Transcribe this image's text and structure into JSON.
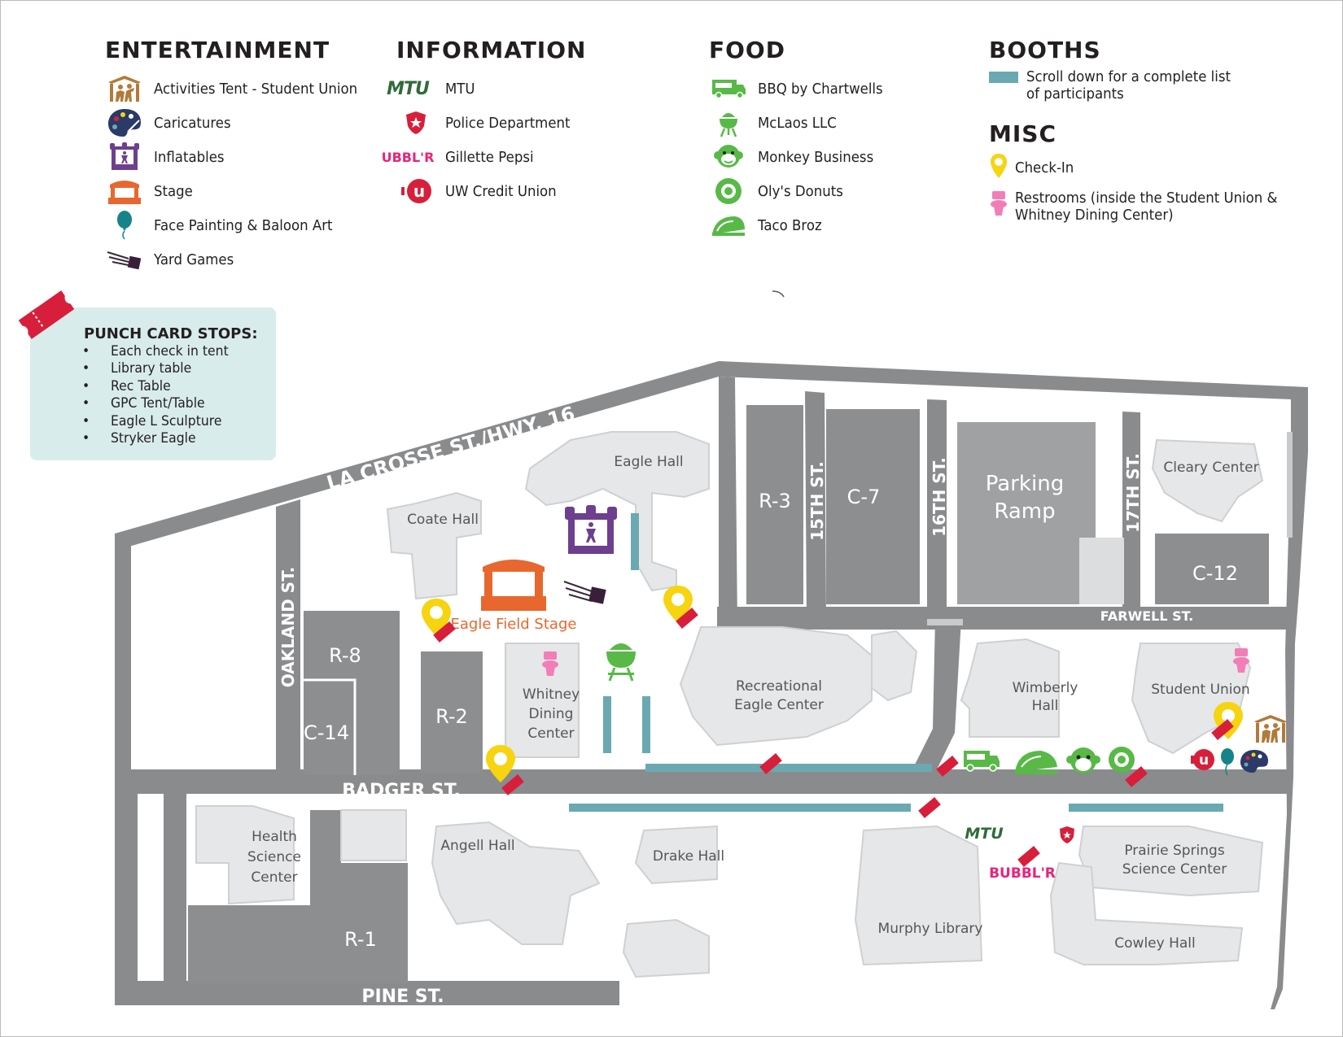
{
  "legend": {
    "entertainment": {
      "title": "ENTERTAINMENT",
      "items": [
        {
          "label": "Activities Tent - Student Union",
          "icon": "activities-tent-icon"
        },
        {
          "label": "Caricatures",
          "icon": "palette-icon"
        },
        {
          "label": "Inflatables",
          "icon": "bounce-house-icon"
        },
        {
          "label": "Stage",
          "icon": "stage-icon"
        },
        {
          "label": "Face Painting & Baloon Art",
          "icon": "balloon-icon"
        },
        {
          "label": "Yard Games",
          "icon": "yard-games-icon"
        }
      ]
    },
    "information": {
      "title": "INFORMATION",
      "items": [
        {
          "label": "MTU",
          "icon": "mtu-logo-icon",
          "logo_text": "MTU"
        },
        {
          "label": "Police Department",
          "icon": "police-badge-icon"
        },
        {
          "label": "Gillette Pepsi",
          "icon": "bubblr-logo-icon",
          "logo_text": "UBBL'R"
        },
        {
          "label": "UW Credit Union",
          "icon": "credit-union-logo-icon",
          "logo_text": "u"
        }
      ]
    },
    "food": {
      "title": "FOOD",
      "items": [
        {
          "label": "BBQ by Chartwells",
          "icon": "food-truck-icon"
        },
        {
          "label": "McLaos LLC",
          "icon": "grill-icon"
        },
        {
          "label": "Monkey Business",
          "icon": "monkey-icon"
        },
        {
          "label": "Oly's Donuts",
          "icon": "donut-icon"
        },
        {
          "label": "Taco Broz",
          "icon": "taco-icon"
        }
      ]
    },
    "booths": {
      "title": "BOOTHS",
      "text_line1": "Scroll down for a complete list",
      "text_line2": "of participants"
    },
    "misc": {
      "title": "MISC",
      "checkin": "Check-In",
      "restroom_line1": "Restrooms (inside the Student Union &",
      "restroom_line2": "Whitney Dining Center)"
    }
  },
  "punch_card": {
    "title": "PUNCH CARD STOPS:",
    "stops": [
      "Each check in tent",
      "Library table",
      "Rec Table",
      "GPC Tent/Table",
      "Eagle L Sculpture",
      "Stryker Eagle"
    ]
  },
  "map": {
    "streets": {
      "la_crosse": "LA CROSSE ST./HWY. 16",
      "oakland": "OAKLAND ST.",
      "badger": "BADGER ST.",
      "pine": "PINE ST.",
      "farwell": "FARWELL ST.",
      "st15": "15TH ST.",
      "st16": "16TH ST.",
      "st17": "17TH ST."
    },
    "buildings": {
      "eagle_hall": "Eagle Hall",
      "coate_hall": "Coate Hall",
      "whitney_1": "Whitney",
      "whitney_2": "Dining",
      "whitney_3": "Center",
      "rec_1": "Recreational",
      "rec_2": "Eagle Center",
      "wimberly_1": "Wimberly",
      "wimberly_2": "Hall",
      "student_union": "Student Union",
      "cleary": "Cleary Center",
      "parking_1": "Parking",
      "parking_2": "Ramp",
      "health_1": "Health",
      "health_2": "Science",
      "health_3": "Center",
      "angell": "Angell Hall",
      "drake": "Drake Hall",
      "murphy": "Murphy Library",
      "prairie_1": "Prairie Springs",
      "prairie_2": "Science Center",
      "cowley": "Cowley Hall"
    },
    "lots": {
      "r3": "R-3",
      "c7": "C-7",
      "c12": "C-12",
      "r8": "R-8",
      "c14": "C-14",
      "r2": "R-2",
      "r1": "R-1"
    },
    "eagle_field_stage": "Eagle Field Stage",
    "mtu_logo": "MTU",
    "bubblr_logo": "BUBBL'R"
  },
  "colors": {
    "road": "#8a8b8d",
    "building": "#e6e7e8",
    "building_shadow": "#c9cacc",
    "lot": "#8d8e90",
    "booth": "#6aa9b2",
    "checkin": "#f6d40f",
    "ticket": "#d71f3c",
    "stage": "#e8672e",
    "inflatable": "#6d3f8e",
    "food": "#58b947",
    "restroom": "#f27eb8",
    "activities": "#b27a3a",
    "navy": "#2b3a67",
    "mtu_green": "#2f6b3a"
  }
}
